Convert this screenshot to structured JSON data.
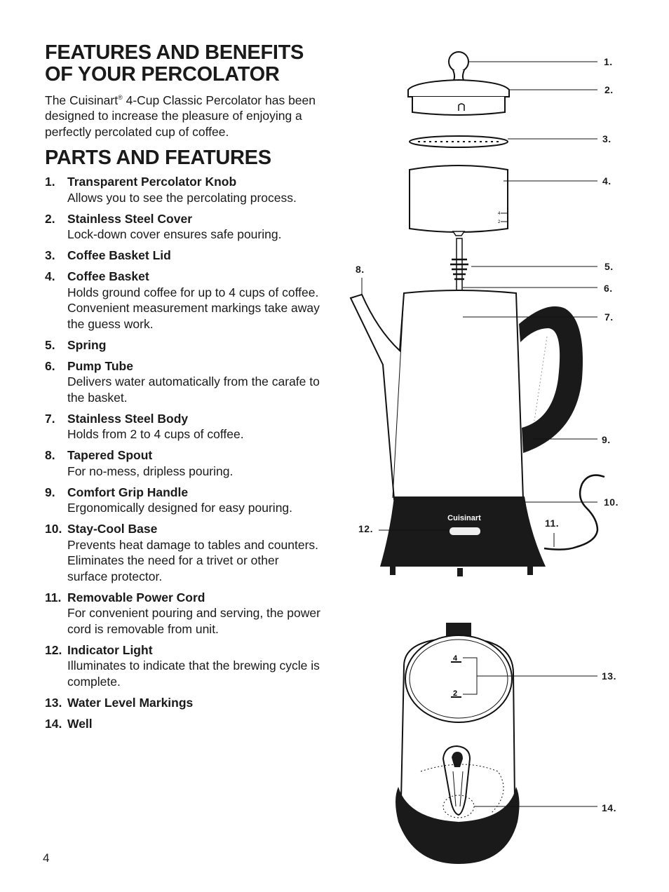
{
  "heading_features": "FEATURES AND BENEFITS OF YOUR PERCOLATOR",
  "intro": {
    "pre": "The Cuisinart",
    "reg": "®",
    "post": " 4-Cup Classic Percolator has been designed to increase the pleasure of enjoying a perfectly percolated cup of coffee."
  },
  "heading_parts": "PARTS AND FEATURES",
  "parts": [
    {
      "num": "1.",
      "name": "Transparent Percolator Knob",
      "desc": "Allows you to see the percolating process."
    },
    {
      "num": "2.",
      "name": "Stainless Steel Cover",
      "desc": "Lock-down cover ensures safe pouring."
    },
    {
      "num": "3.",
      "name": "Coffee Basket Lid",
      "desc": ""
    },
    {
      "num": "4.",
      "name": "Coffee Basket",
      "desc": "Holds ground coffee for up to 4 cups of coffee. Convenient measurement markings take away the guess work."
    },
    {
      "num": "5.",
      "name": "Spring",
      "desc": ""
    },
    {
      "num": "6.",
      "name": "Pump Tube",
      "desc": "Delivers water automatically from the carafe to the basket."
    },
    {
      "num": "7.",
      "name": "Stainless Steel Body",
      "desc": "Holds from 2 to 4 cups of coffee."
    },
    {
      "num": "8.",
      "name": "Tapered Spout",
      "desc": "For no-mess, dripless pouring."
    },
    {
      "num": "9.",
      "name": "Comfort Grip Handle",
      "desc": "Ergonomically designed for easy pouring."
    },
    {
      "num": "10.",
      "name": "Stay-Cool Base",
      "desc": "Prevents heat damage to tables and counters. Eliminates the need for a trivet or other surface protector."
    },
    {
      "num": "11.",
      "name": "Removable Power Cord",
      "desc": "For convenient pouring and serving, the power cord is removable from unit."
    },
    {
      "num": "12.",
      "name": "Indicator Light",
      "desc": "Illuminates to indicate that the brewing cycle is complete."
    },
    {
      "num": "13.",
      "name": "Water Level Markings",
      "desc": ""
    },
    {
      "num": "14.",
      "name": "Well",
      "desc": ""
    }
  ],
  "diagram": {
    "brand": "Cuisinart",
    "basket_marks": [
      "4",
      "2"
    ],
    "level_marks": [
      "4",
      "2"
    ],
    "callouts": [
      "1.",
      "2.",
      "3.",
      "4.",
      "5.",
      "6.",
      "7.",
      "8.",
      "9.",
      "10.",
      "11.",
      "12.",
      "13.",
      "14."
    ]
  },
  "page_number": "4"
}
